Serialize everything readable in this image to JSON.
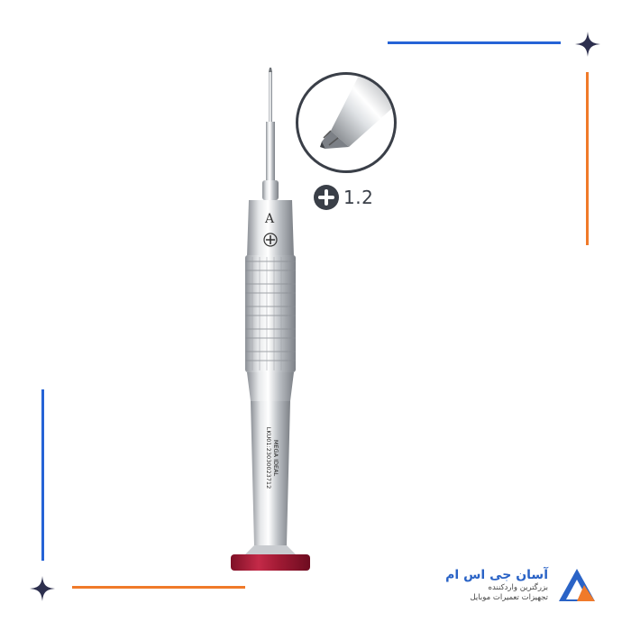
{
  "product": {
    "tip_size": "1.2",
    "tip_type_icon": "plus-icon",
    "handle_letter": "A",
    "engraving_brand": "MEGA IDEAL",
    "engraving_code": "LKU01:23030023712"
  },
  "logo": {
    "title": "آسان جی اس ام",
    "subtitle_line1": "بزرگترین واردکننده",
    "subtitle_line2": "تجهیزات تعمیرات موبایل"
  },
  "colors": {
    "accent_blue": "#2563d6",
    "accent_orange": "#f07a2a",
    "cap_red": "#b3203a",
    "badge_dark": "#3a3f48"
  }
}
